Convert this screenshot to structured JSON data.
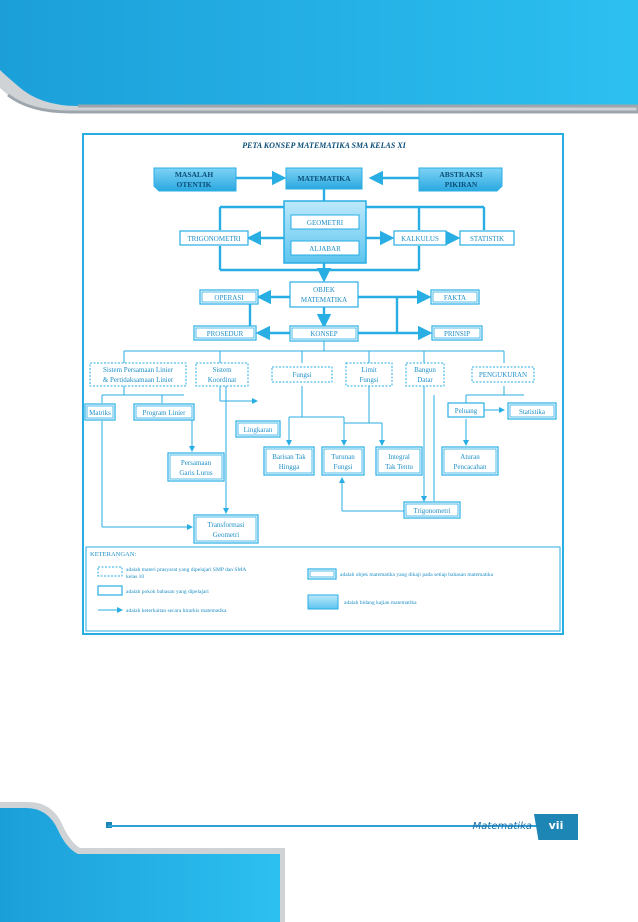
{
  "title": "PETA KONSEP MATEMATIKA SMA KELAS XI",
  "nodes": {
    "masalah_otentik": [
      "MASALAH",
      "OTENTIK"
    ],
    "matematika": "MATEMATIKA",
    "abstraksi_pikiran": [
      "ABSTRAKSI",
      "PIKIRAN"
    ],
    "trigonometri": "TRIGONOMETRI",
    "geometri": "GEOMETRI",
    "aljabar": "ALJABAR",
    "kalkulus": "KALKULUS",
    "statistik": "STATISTIK",
    "operasi": "OPERASI",
    "objek_matematika": [
      "OBJEK",
      "MATEMATIKA"
    ],
    "fakta": "FAKTA",
    "prosedur": "PROSEDUR",
    "konsep": "KONSEP",
    "prinsip": "PRINSIP",
    "spldv": [
      "Sistem Persamaan Linier",
      "& Pertidaksamaan Linier"
    ],
    "sistem_koordinat": [
      "Sistem",
      "Koordinat"
    ],
    "fungsi": "Fungsi",
    "limit_fungsi": [
      "Limit",
      "Fungsi"
    ],
    "bangun_datar": [
      "Bangun",
      "Datar"
    ],
    "pengukuran": "PENGUKURAN",
    "matriks": "Matriks",
    "program_linier": "Program Linier",
    "lingkaran": "Lingkaran",
    "peluang": "Peluang",
    "statistika": "Statistika",
    "persamaan_garis_lurus": [
      "Persamaan",
      "Garis Lurus"
    ],
    "barisan_tak_hingga": [
      "Barisan Tak",
      "Hingga"
    ],
    "turunan_fungsi": [
      "Turunan",
      "Fungsi"
    ],
    "integral_tak_tentu": [
      "Integral",
      "Tak Tentu"
    ],
    "aturan_pencacahan": [
      "Aturan",
      "Pencacahan"
    ],
    "trigonometri_2": "Trigonometri",
    "transformasi_geometri": [
      "Transformasi",
      "Geometri"
    ]
  },
  "legend": {
    "heading": "KETERANGAN:",
    "dashed": [
      "adalah materi prasyarat yang dipelajari SMP dan SMA",
      "kelas 10"
    ],
    "single": "adalah pokok bahasan yang dipelajari",
    "arrow": "adalah keterkaitan secara hirarkis matematika",
    "double": "adalah objek matematika yang dikaji pada setiap bahasan matematika",
    "gradient": "adalah bidang kajian matematika"
  },
  "footer": {
    "subject": "Matematika",
    "page": "vii"
  },
  "colors": {
    "accent": "#29aee4",
    "banner": "#2aaee6",
    "tab": "#1d86b5"
  }
}
